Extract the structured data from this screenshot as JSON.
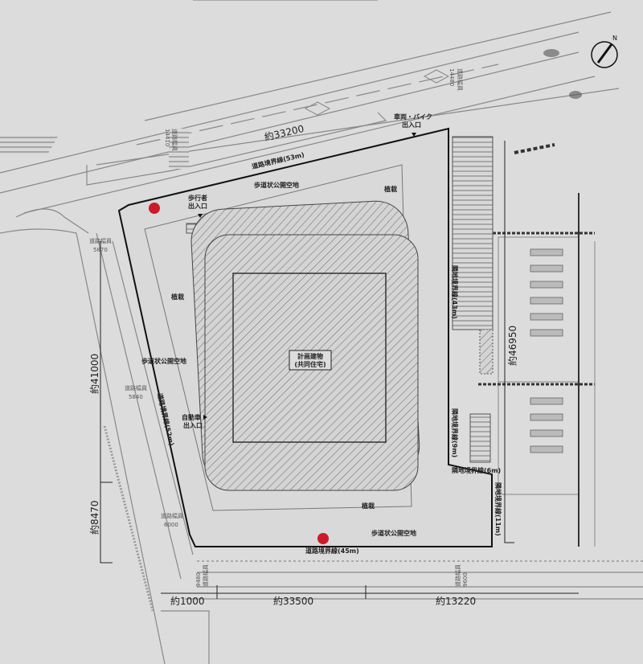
{
  "plan": {
    "north": "N",
    "building_title": "計画建物",
    "building_use": "(共同住宅)",
    "labels": {
      "top_dim": "約33200",
      "vehicle_entrance_1": "車両・バイク",
      "vehicle_entrance_2": "出入口",
      "road_boundary_top": "道路境界線(53m)",
      "public_space_top": "歩道状公開空地",
      "planting_top": "植栽",
      "pedestrian_entrance_1": "歩行者",
      "pedestrian_entrance_2": "出入口",
      "planting_left": "植栽",
      "public_space_left": "歩道状公開空地",
      "road_boundary_left": "道路境界線(52m)",
      "car_entrance_1": "自動車",
      "car_entrance_2": "出入口",
      "planting_bottom": "植栽",
      "public_space_bottom": "歩道状公開空地",
      "road_boundary_bottom": "道路境界線(45m)",
      "adjacent_43": "隣地境界線(43m)",
      "adjacent_9": "隣地境界線(9m)",
      "adjacent_6": "隣地境界線(6m)",
      "adjacent_11": "隣地境界線(11m)",
      "right_dim": "約46950",
      "left_dim_1": "約41000",
      "left_dim_2": "約8470",
      "bottom_dim_1": "約1000",
      "bottom_dim_2": "約33500",
      "bottom_dim_3": "約13220"
    },
    "road_widths": {
      "label": "道路幅員",
      "top_right": "14480",
      "top_left": "14410",
      "left_top": "5870",
      "left_mid": "5840",
      "left_bottom": "6000",
      "bottom_left": "9480",
      "bottom_right": "9600"
    },
    "colors": {
      "marker": "#cc1a2a",
      "line": "#1a1a1a",
      "paper": "#dcdcdc"
    }
  }
}
